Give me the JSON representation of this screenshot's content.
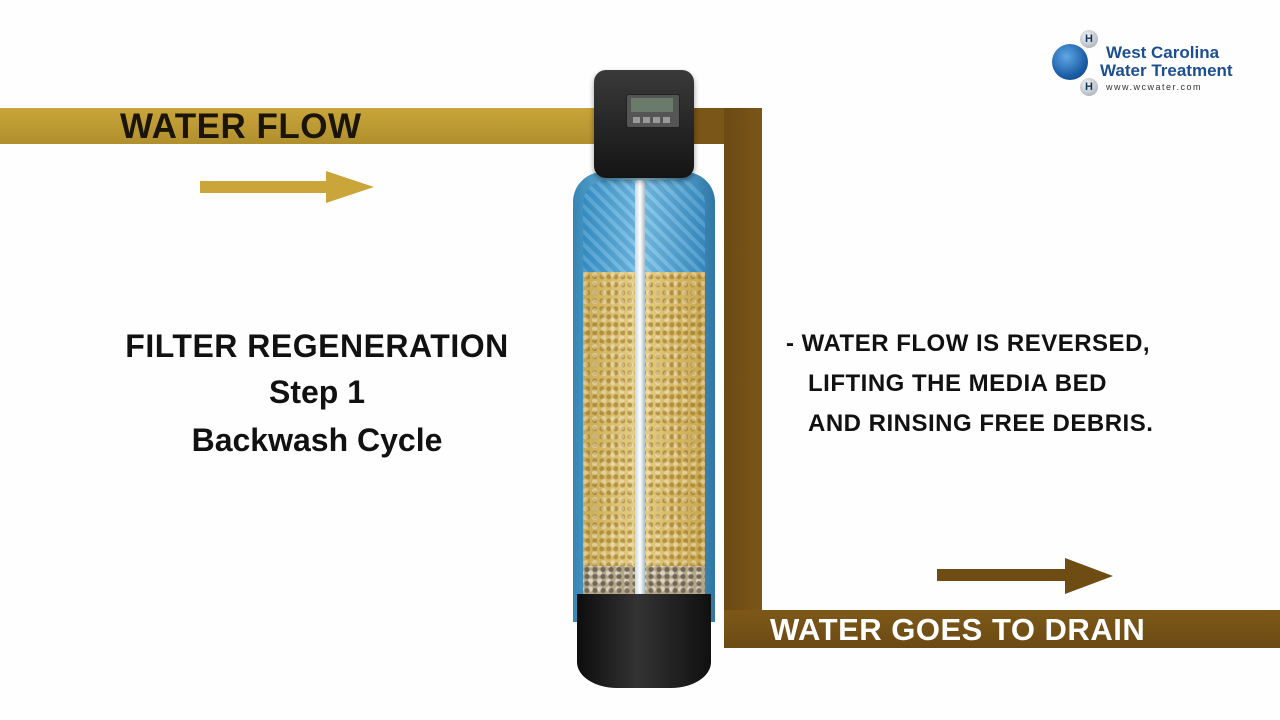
{
  "pipes": {
    "inlet_label": "WATER FLOW",
    "drain_label": "WATER GOES TO DRAIN",
    "inlet_color": "#c9a53a",
    "drain_color": "#7a5618"
  },
  "step": {
    "title": "FILTER REGENERATION",
    "number": "Step 1",
    "name": "Backwash Cycle"
  },
  "description": {
    "line1": "- WATER FLOW IS REVERSED,",
    "line2": "LIFTING THE MEDIA BED",
    "line3": "AND RINSING FREE DEBRIS."
  },
  "logo": {
    "line1": "West Carolina",
    "line2": "Water Treatment",
    "url": "www.wcwater.com",
    "atom_label": "H"
  }
}
